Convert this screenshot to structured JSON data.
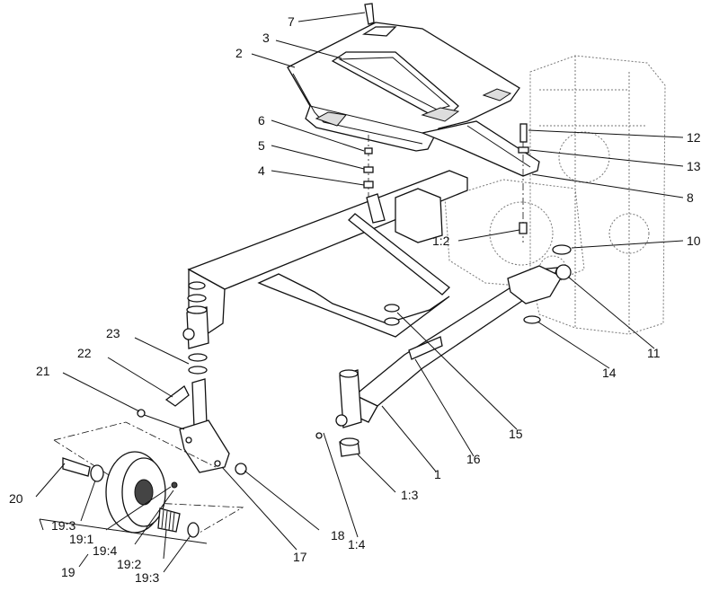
{
  "callouts": [
    {
      "id": "c7",
      "label": "7"
    },
    {
      "id": "c3",
      "label": "3"
    },
    {
      "id": "c2",
      "label": "2"
    },
    {
      "id": "c6",
      "label": "6"
    },
    {
      "id": "c5",
      "label": "5"
    },
    {
      "id": "c4",
      "label": "4"
    },
    {
      "id": "c12",
      "label": "12"
    },
    {
      "id": "c13",
      "label": "13"
    },
    {
      "id": "c8",
      "label": "8"
    },
    {
      "id": "c10",
      "label": "10"
    },
    {
      "id": "c1_2",
      "label": "1:2"
    },
    {
      "id": "c11",
      "label": "11"
    },
    {
      "id": "c14",
      "label": "14"
    },
    {
      "id": "c15",
      "label": "15"
    },
    {
      "id": "c16",
      "label": "16"
    },
    {
      "id": "c23",
      "label": "23"
    },
    {
      "id": "c22",
      "label": "22"
    },
    {
      "id": "c21",
      "label": "21"
    },
    {
      "id": "c1",
      "label": "1"
    },
    {
      "id": "c1_3",
      "label": "1:3"
    },
    {
      "id": "c1_4",
      "label": "1:4"
    },
    {
      "id": "c20",
      "label": "20"
    },
    {
      "id": "c17",
      "label": "17"
    },
    {
      "id": "c18",
      "label": "18"
    },
    {
      "id": "c19_3a",
      "label": "19:3"
    },
    {
      "id": "c19_1",
      "label": "19:1"
    },
    {
      "id": "c19_4",
      "label": "19:4"
    },
    {
      "id": "c19_2",
      "label": "19:2"
    },
    {
      "id": "c19_3b",
      "label": "19:3"
    },
    {
      "id": "c19",
      "label": "19"
    }
  ]
}
